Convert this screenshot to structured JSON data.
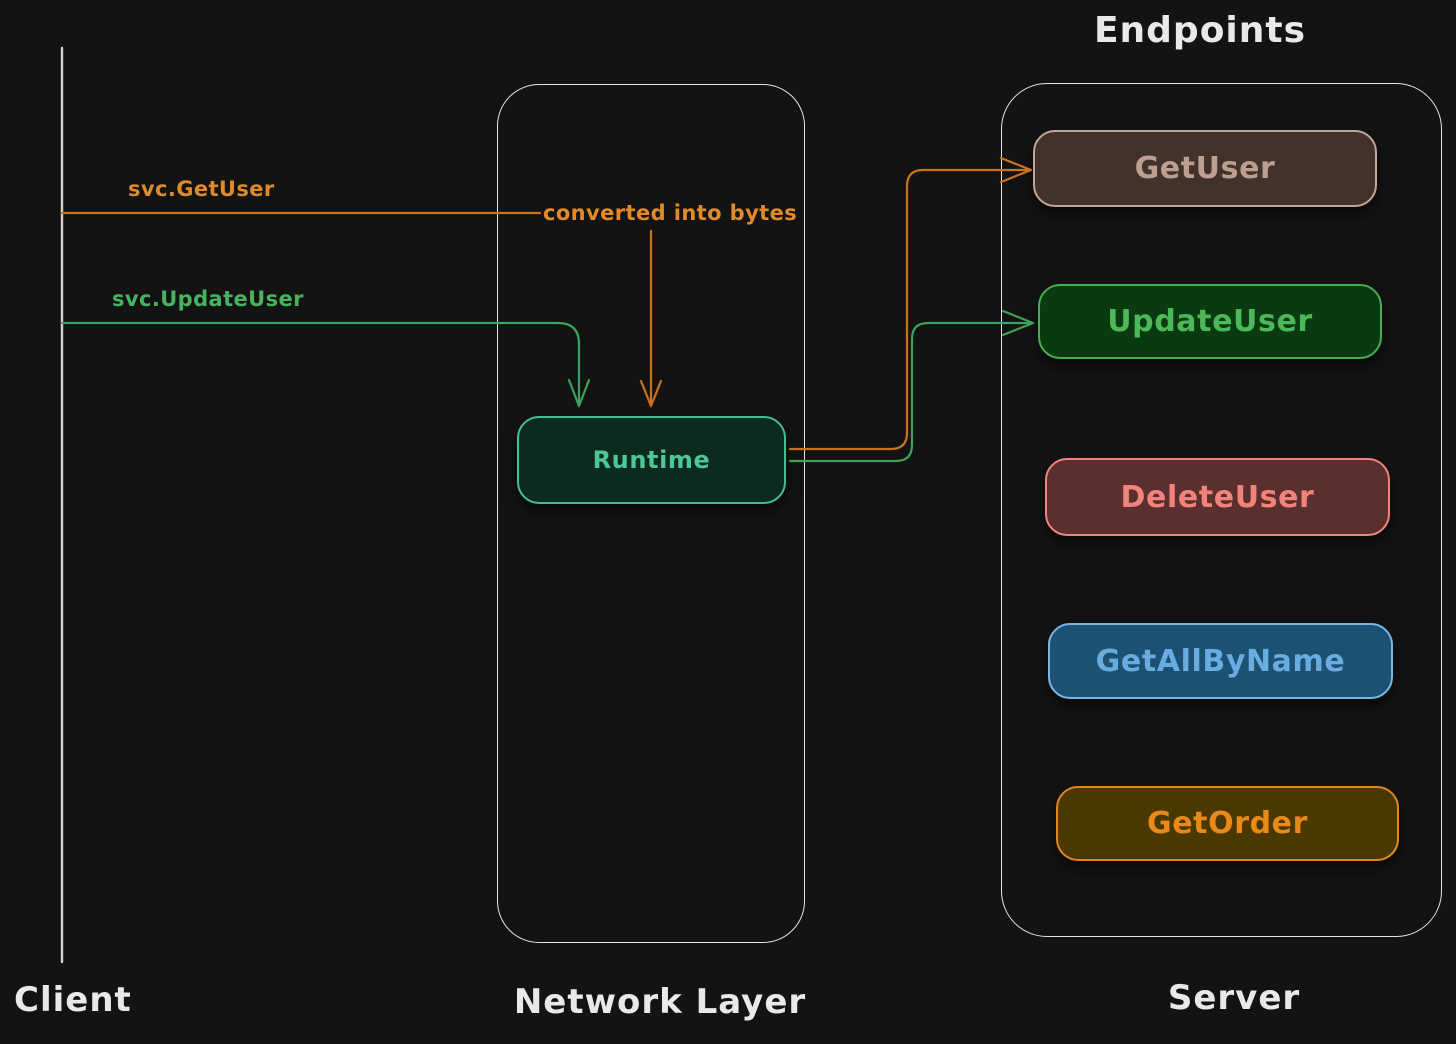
{
  "diagram": {
    "background": "#131313",
    "frame_color": "#e5e5e5",
    "client": {
      "label": "Client"
    },
    "network_layer": {
      "label": "Network Layer",
      "runtime": {
        "label": "Runtime",
        "fill": "#0d2a21",
        "border": "#43bf92",
        "text": "#4cc796"
      }
    },
    "server": {
      "label": "Server",
      "endpoints_title": "Endpoints",
      "endpoints": [
        {
          "label": "GetUser",
          "fill": "#41332b",
          "border": "#c4a698",
          "text": "#bd9e91"
        },
        {
          "label": "UpdateUser",
          "fill": "#0a3a10",
          "border": "#46ae51",
          "text": "#4db85a"
        },
        {
          "label": "DeleteUser",
          "fill": "#5b2f2d",
          "border": "#f2837c",
          "text": "#f2837c"
        },
        {
          "label": "GetAllByName",
          "fill": "#1d5173",
          "border": "#79b7e3",
          "text": "#68ace0"
        },
        {
          "label": "GetOrder",
          "fill": "#493800",
          "border": "#e2851e",
          "text": "#e8891a"
        }
      ]
    },
    "flows": {
      "get_user_request": {
        "label": "svc.GetUser",
        "color": "#dd8a2b",
        "line_color": "#c9731f"
      },
      "update_user_request": {
        "label": "svc.UpdateUser",
        "color": "#47b35f",
        "line_color": "#3da15a"
      },
      "conversion_note": {
        "label": "converted into bytes",
        "color": "#e08a28"
      }
    },
    "lifeline_color": "#d4d4d4"
  }
}
